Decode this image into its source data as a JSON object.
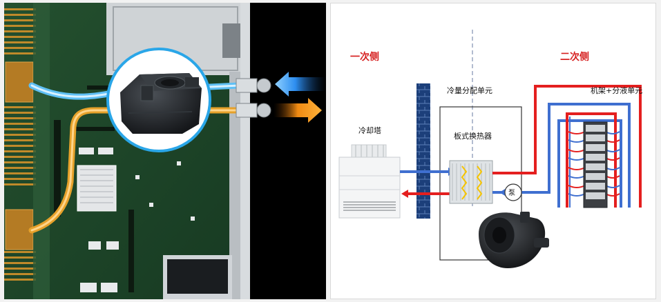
{
  "diagram": {
    "primary_side_label": "一次侧",
    "secondary_side_label": "二次侧",
    "cdu_label": "冷量分配单元",
    "heat_exchanger_label": "板式换热器",
    "cooling_tower_label": "冷却塔",
    "rack_label": "机架+分液单元",
    "pump_label": "泵"
  },
  "colors": {
    "hot": "#e41f1f",
    "cold": "#3f6fd0",
    "primary_title": "#d62020",
    "hot_arrow": "#f39c12",
    "cold_arrow": "#3fa9f5",
    "pcb_green": "#1f4a2a",
    "brick_wall": "#1c3f7a"
  },
  "icons": {
    "cold_plate": "cold-plate-module-icon",
    "pump": "pump-icon",
    "cooling_tower": "cooling-tower-icon",
    "heat_exchanger": "plate-heat-exchanger-icon",
    "rack": "server-rack-icon"
  }
}
